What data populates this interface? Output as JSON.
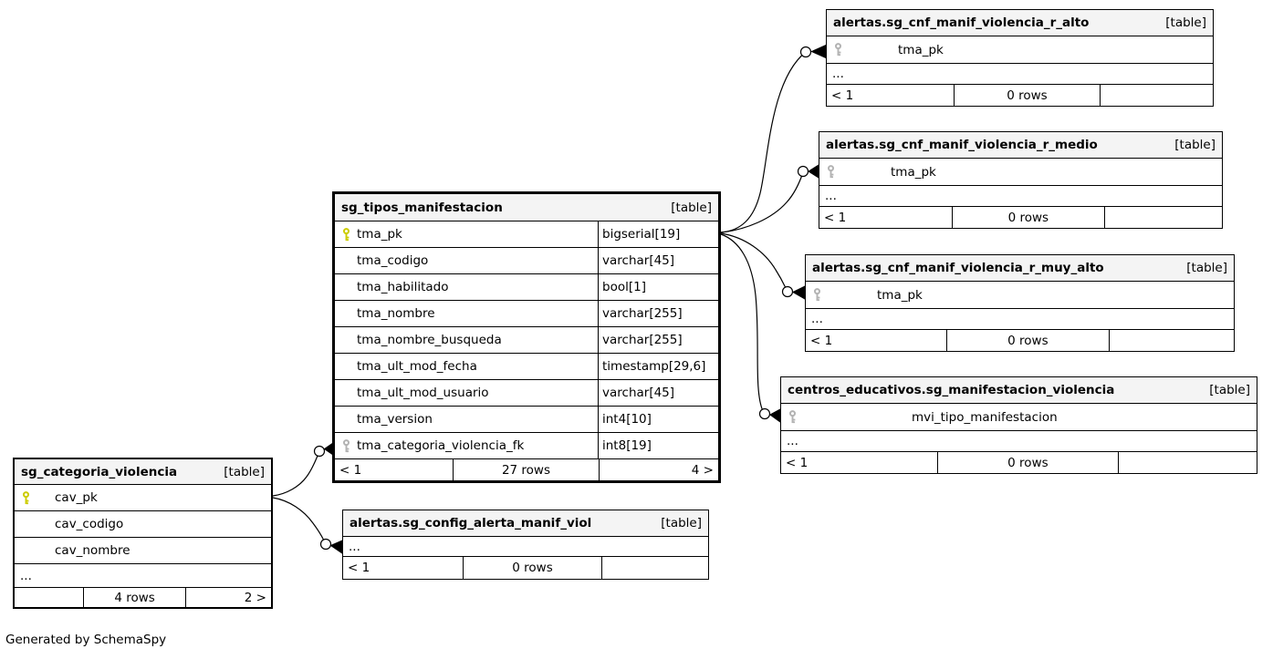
{
  "credit": "Generated by SchemaSpy",
  "colors": {
    "primary_key": "#cccc00",
    "foreign_key": "#b3b3b3",
    "header_bg": "#f4f4f4",
    "border": "#000000",
    "background": "#ffffff"
  },
  "tables": [
    {
      "title": "sg_tipos_manifestacion",
      "tag": "[table]",
      "columns": [
        {
          "key": "pk",
          "name": "tma_pk",
          "type": "bigserial[19]"
        },
        {
          "key": "",
          "name": "tma_codigo",
          "type": "varchar[45]"
        },
        {
          "key": "",
          "name": "tma_habilitado",
          "type": "bool[1]"
        },
        {
          "key": "",
          "name": "tma_nombre",
          "type": "varchar[255]"
        },
        {
          "key": "",
          "name": "tma_nombre_busqueda",
          "type": "varchar[255]"
        },
        {
          "key": "",
          "name": "tma_ult_mod_fecha",
          "type": "timestamp[29,6]"
        },
        {
          "key": "",
          "name": "tma_ult_mod_usuario",
          "type": "varchar[45]"
        },
        {
          "key": "",
          "name": "tma_version",
          "type": "int4[10]"
        },
        {
          "key": "fk",
          "name": "tma_categoria_violencia_fk",
          "type": "int8[19]"
        }
      ],
      "more_marker": "",
      "footer": {
        "left": "< 1",
        "center": "27 rows",
        "right": "4 >"
      }
    },
    {
      "title": "sg_categoria_violencia",
      "tag": "[table]",
      "columns": [
        {
          "key": "pk",
          "name": "cav_pk"
        },
        {
          "key": "",
          "name": "cav_codigo"
        },
        {
          "key": "",
          "name": "cav_nombre"
        }
      ],
      "more_marker": "...",
      "footer": {
        "left": "",
        "center": "4 rows",
        "right": "2 >"
      }
    },
    {
      "title": "alertas.sg_cnf_manif_violencia_r_alto",
      "tag": "[table]",
      "columns": [
        {
          "key": "fk",
          "name": "tma_pk"
        }
      ],
      "more_marker": "...",
      "footer": {
        "left": "< 1",
        "center": "0 rows",
        "right": ""
      }
    },
    {
      "title": "alertas.sg_cnf_manif_violencia_r_medio",
      "tag": "[table]",
      "columns": [
        {
          "key": "fk",
          "name": "tma_pk"
        }
      ],
      "more_marker": "...",
      "footer": {
        "left": "< 1",
        "center": "0 rows",
        "right": ""
      }
    },
    {
      "title": "alertas.sg_cnf_manif_violencia_r_muy_alto",
      "tag": "[table]",
      "columns": [
        {
          "key": "fk",
          "name": "tma_pk"
        }
      ],
      "more_marker": "...",
      "footer": {
        "left": "< 1",
        "center": "0 rows",
        "right": ""
      }
    },
    {
      "title": "centros_educativos.sg_manifestacion_violencia",
      "tag": "[table]",
      "columns": [
        {
          "key": "fk",
          "name": "mvi_tipo_manifestacion"
        }
      ],
      "more_marker": "...",
      "footer": {
        "left": "< 1",
        "center": "0 rows",
        "right": ""
      }
    },
    {
      "title": "alertas.sg_config_alerta_manif_viol",
      "tag": "[table]",
      "columns": [],
      "more_marker": "...",
      "footer": {
        "left": "< 1",
        "center": "0 rows",
        "right": ""
      }
    }
  ],
  "relationships": [
    {
      "from": "sg_tipos_manifestacion.tma_pk",
      "to": "alertas.sg_cnf_manif_violencia_r_alto.tma_pk"
    },
    {
      "from": "sg_tipos_manifestacion.tma_pk",
      "to": "alertas.sg_cnf_manif_violencia_r_medio.tma_pk"
    },
    {
      "from": "sg_tipos_manifestacion.tma_pk",
      "to": "alertas.sg_cnf_manif_violencia_r_muy_alto.tma_pk"
    },
    {
      "from": "sg_tipos_manifestacion.tma_pk",
      "to": "centros_educativos.sg_manifestacion_violencia.mvi_tipo_manifestacion"
    },
    {
      "from": "sg_categoria_violencia.cav_pk",
      "to": "sg_tipos_manifestacion.tma_categoria_violencia_fk"
    },
    {
      "from": "sg_categoria_violencia.cav_pk",
      "to": "alertas.sg_config_alerta_manif_viol"
    }
  ]
}
